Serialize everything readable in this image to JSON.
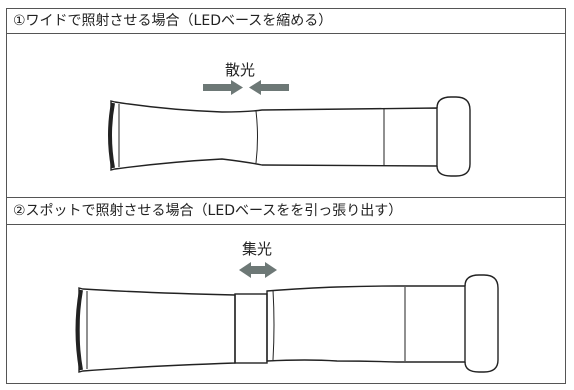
{
  "sections": [
    {
      "title": "①ワイドで照射させる場合（LEDベースを縮める）",
      "caption": "散光",
      "arrows": "inward",
      "arrow_color": "#6d7876"
    },
    {
      "title": "②スポットで照射させる場合（LEDベースをを引っ張り出す）",
      "caption": "集光",
      "arrows": "outward",
      "arrow_color": "#6d7876"
    }
  ]
}
